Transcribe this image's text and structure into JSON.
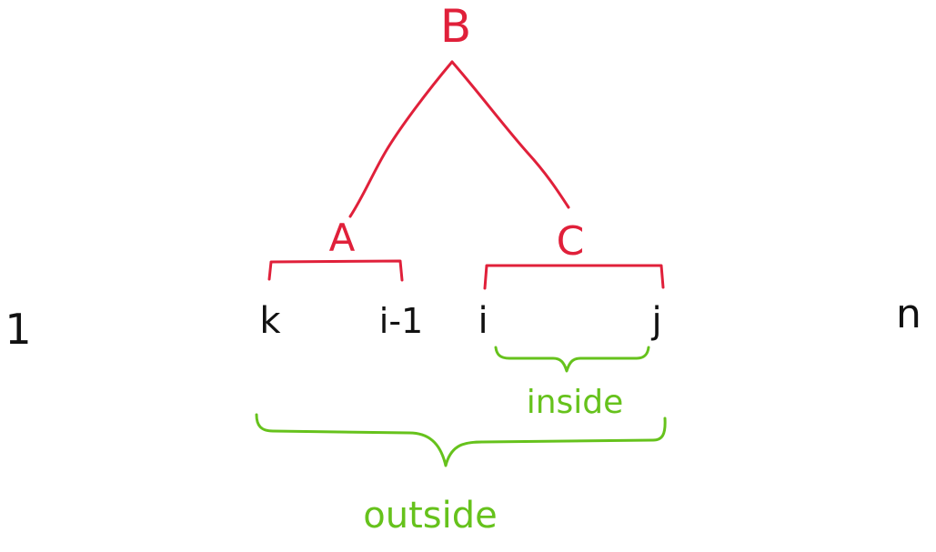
{
  "colors": {
    "red": "#e0203a",
    "green": "#66c21c",
    "black": "#111111"
  },
  "tree": {
    "root": "B",
    "left_child": "A",
    "right_child": "C"
  },
  "sequence": {
    "start": "1",
    "k": "k",
    "i_minus_1": "i-1",
    "i": "i",
    "j": "j",
    "end": "n"
  },
  "braces": {
    "inside": "inside",
    "outside": "outside"
  }
}
